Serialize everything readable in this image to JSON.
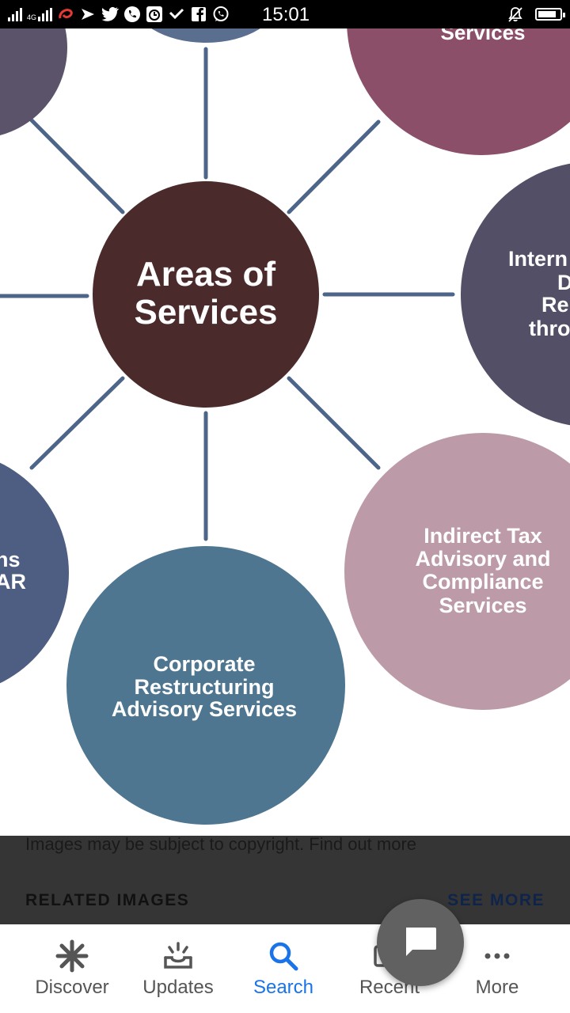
{
  "status_bar": {
    "network_label": "4G",
    "time": "15:01",
    "icons": [
      "signal-icon",
      "signal-4g-icon",
      "airtel-icon",
      "message-icon",
      "twitter-icon",
      "phone-icon",
      "clock-icon",
      "check-icon",
      "facebook-icon",
      "whatsapp-icon",
      "mute-bell-icon",
      "battery-icon"
    ]
  },
  "diagram": {
    "center": {
      "line1": "Areas of",
      "line2": "Services"
    },
    "top_right": {
      "line1": "Services"
    },
    "right": {
      "line1": "Intern",
      "line2": "D",
      "line3": "Re",
      "line4": "thro"
    },
    "bottom_right": {
      "line1": "Indirect Tax",
      "line2": "Advisory and",
      "line3": "Compliance",
      "line4": "Services"
    },
    "bottom": {
      "line1": "Corporate",
      "line2": "Restructuring",
      "line3": "Advisory Services"
    },
    "left": {
      "line1": "ns",
      "line2": "AR"
    },
    "colors": {
      "center": "#4a2a2b",
      "top_right": "#8b4f69",
      "right": "#524f66",
      "bottom_right": "#bd9aa8",
      "bottom": "#4f7690",
      "left": "#4e5d82",
      "top_left": "#5a5369",
      "spoke": "#4d6588"
    }
  },
  "info": {
    "copyright": "Images may be subject to copyright. Find out more",
    "related_images": "RELATED IMAGES",
    "see_more": "SEE MORE"
  },
  "bottom_nav": {
    "items": [
      {
        "label": "Discover",
        "icon": "asterisk-icon"
      },
      {
        "label": "Updates",
        "icon": "updates-icon"
      },
      {
        "label": "Search",
        "icon": "search-icon"
      },
      {
        "label": "Recent",
        "icon": "recent-icon"
      },
      {
        "label": "More",
        "icon": "more-dots-icon"
      }
    ],
    "active": "Search",
    "active_color": "#1a73e8"
  },
  "fab": {
    "icon": "chat-icon"
  }
}
